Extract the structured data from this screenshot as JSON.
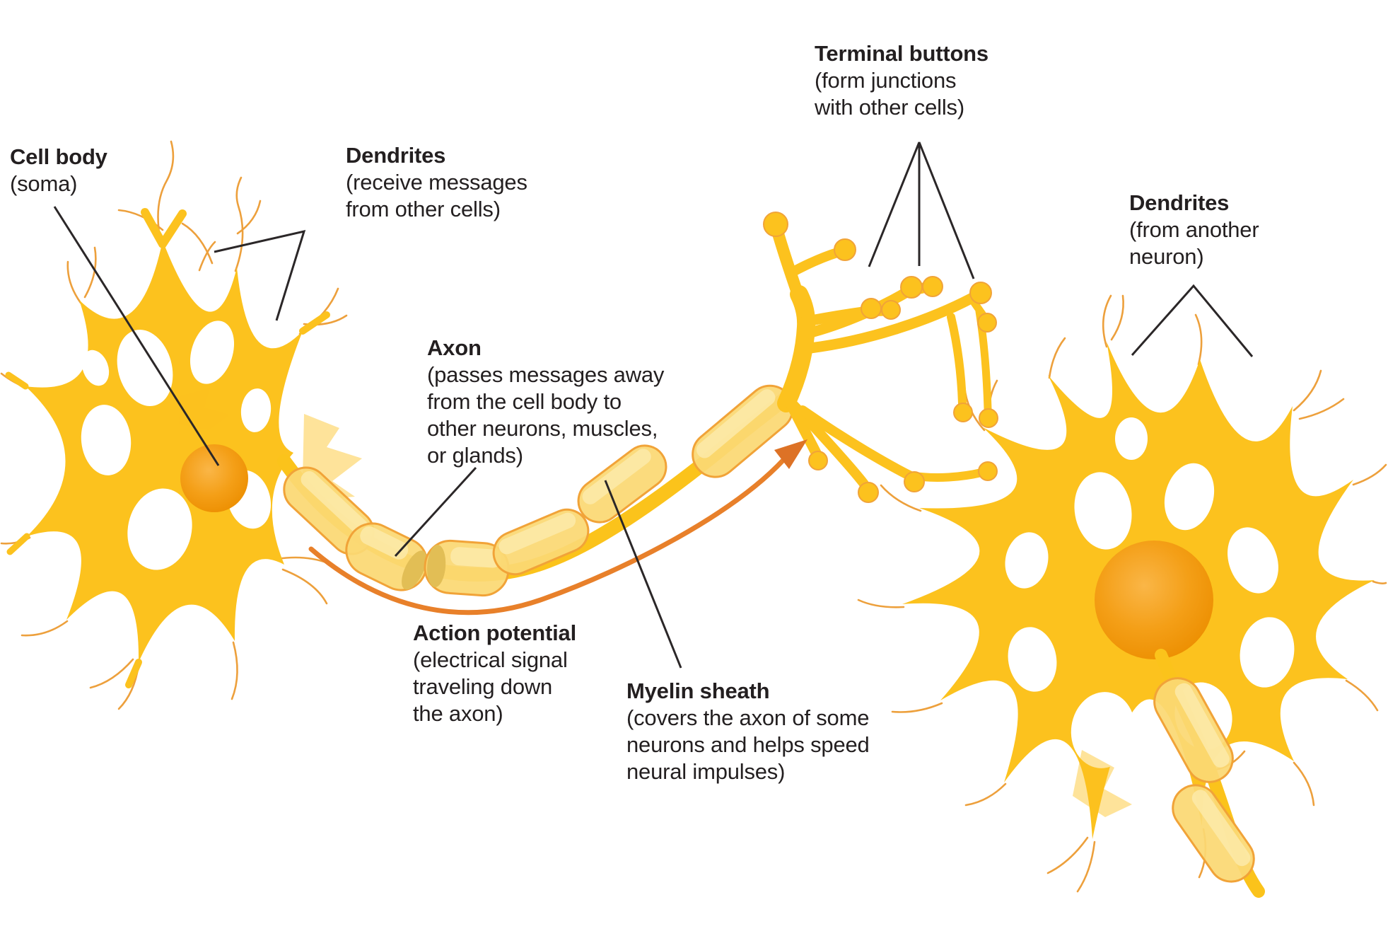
{
  "colors": {
    "background": "#FFFFFF",
    "neuron_yellow": "#FCC21E",
    "outline_orange": "#EDA03C",
    "axon_gold": "#FBC31B",
    "myelin_fill": "#FBD873",
    "myelin_highlight": "#FDEBAC",
    "myelin_stroke": "#F1A338",
    "myelin_cut": "#E2BE55",
    "nucleus_inner": "#FAB647",
    "nucleus_mid": "#F49F17",
    "nucleus_outer": "#EC8E00",
    "action_orange": "#E8802A",
    "action_head": "#DD7226",
    "leader_line": "#2B2728",
    "label_text": "#231F20"
  },
  "labels": {
    "cell_body": {
      "title": "Cell body",
      "desc": "(soma)"
    },
    "dendrites_left": {
      "title": "Dendrites",
      "desc": "(receive messages\nfrom other cells)"
    },
    "axon": {
      "title": "Axon",
      "desc": "(passes messages away\nfrom the cell body to\nother neurons, muscles,\nor glands)"
    },
    "terminal_buttons": {
      "title": "Terminal buttons",
      "desc": "(form junctions\nwith other cells)"
    },
    "dendrites_right": {
      "title": "Dendrites",
      "desc": "(from another\nneuron)"
    },
    "action_potential": {
      "title": "Action potential",
      "desc": "(electrical signal\ntraveling down\nthe axon)"
    },
    "myelin_sheath": {
      "title": "Myelin sheath",
      "desc": "(covers the axon of some\nneurons and helps speed\nneural impulses)"
    }
  }
}
